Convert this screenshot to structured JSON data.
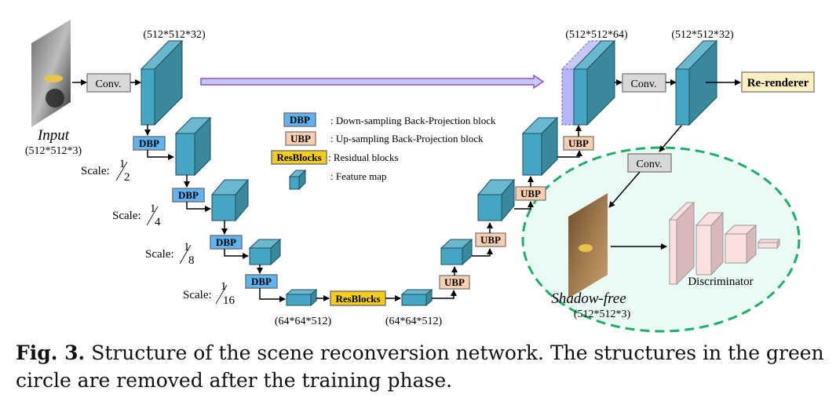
{
  "figure": {
    "input_label": "Input",
    "input_dims": "(512*512*3)",
    "conv_label": "Conv.",
    "enc_top_dims": "(512*512*32)",
    "dec_concat_dims": "(512*512*64)",
    "dec_out_dims": "(512*512*32)",
    "rerenderer_label": "Re-renderer",
    "dbp_label": "DBP",
    "ubp_label": "UBP",
    "resblocks_label": "ResBlocks",
    "bottleneck_dims_left": "(64*64*512)",
    "bottleneck_dims_right": "(64*64*512)",
    "scales": [
      {
        "prefix": "Scale:",
        "num": "1",
        "den": "2"
      },
      {
        "prefix": "Scale:",
        "num": "1",
        "den": "4"
      },
      {
        "prefix": "Scale:",
        "num": "1",
        "den": "8"
      },
      {
        "prefix": "Scale:",
        "num": "1",
        "den": "16"
      }
    ],
    "legend": [
      {
        "key": "DBP",
        "text": ": Down-sampling Back-Projection block"
      },
      {
        "key": "UBP",
        "text": ": Up-sampling Back-Projection block"
      },
      {
        "key": "ResBlocks",
        "text": ": Residual blocks"
      },
      {
        "key": "feature-map",
        "text": ": Feature map"
      }
    ],
    "shadow_free_label": "Shadow-free",
    "shadow_free_dims": "(512*512*3)",
    "discriminator_label": "Discriminator",
    "colors": {
      "feature_front": "#44a6c2",
      "feature_side": "#3a889c",
      "feature_top": "#69b8cf",
      "dbp": "#5eb4f2",
      "ubp": "#fbcfae",
      "resblocks": "#f5cc16",
      "rerenderer": "#fcf0c0",
      "conv": "#d8d8d8",
      "skip": "#c6c8f7",
      "skip_border": "#8a55c8",
      "green_dash": "#1fae6a",
      "green_fill": "#e9fbf4",
      "disc_front": "#fce0e0",
      "disc_side": "#d8b8b8"
    }
  },
  "caption": {
    "label": "Fig. 3.",
    "text": "Structure of the scene reconversion network. The structures in the green circle are removed after the training phase."
  }
}
